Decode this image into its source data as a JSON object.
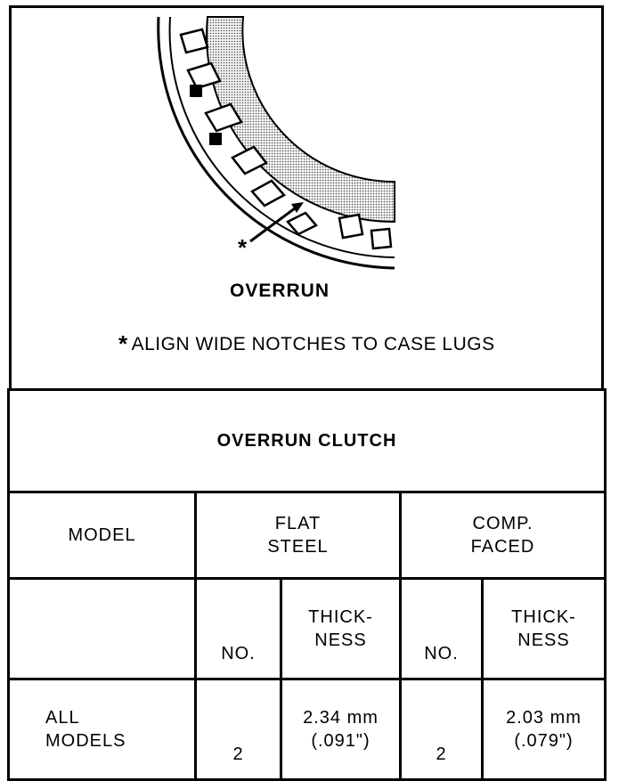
{
  "figure": {
    "caption": "OVERRUN",
    "note_symbol": "*",
    "note_text": "ALIGN WIDE NOTCHES TO CASE LUGS",
    "pointer_symbol": "*"
  },
  "table": {
    "title": "OVERRUN CLUTCH",
    "model_header": "MODEL",
    "flat_steel_header": [
      "FLAT",
      "STEEL"
    ],
    "comp_faced_header": [
      "COMP.",
      "FACED"
    ],
    "sub_headers": {
      "flat_no": "NO.",
      "flat_thickness": [
        "THICK-",
        "NESS"
      ],
      "comp_no": "NO.",
      "comp_thickness": [
        "THICK-",
        "NESS"
      ]
    },
    "rows": [
      {
        "model": [
          "ALL",
          "MODELS"
        ],
        "flat_no": "2",
        "flat_thickness": [
          "2.34 mm",
          "(.091\")"
        ],
        "comp_no": "2",
        "comp_thickness": [
          "2.03 mm",
          "(.079\")"
        ]
      }
    ]
  }
}
